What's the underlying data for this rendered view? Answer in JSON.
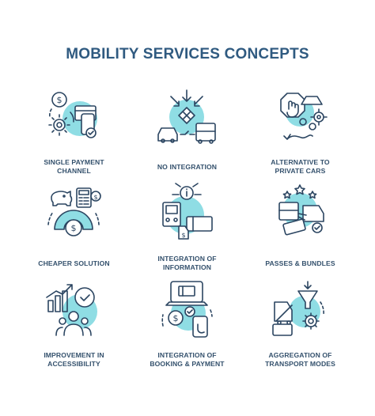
{
  "title": "MOBILITY SERVICES CONCEPTS",
  "colors": {
    "title": "#2f5a80",
    "stroke": "#2b4561",
    "accent": "#8fdde4",
    "label": "#33506c"
  },
  "concepts": [
    {
      "line1": "SINGLE PAYMENT",
      "line2": "CHANNEL",
      "icon": "payment-channel-icon"
    },
    {
      "line1": "NO INTEGRATION",
      "line2": "",
      "icon": "no-integration-icon"
    },
    {
      "line1": "ALTERNATIVE TO",
      "line2": "PRIVATE CARS",
      "icon": "alternative-cars-icon"
    },
    {
      "line1": "CHEAPER SOLUTION",
      "line2": "",
      "icon": "cheaper-solution-icon"
    },
    {
      "line1": "INTEGRATION OF",
      "line2": "INFORMATION",
      "icon": "information-integration-icon"
    },
    {
      "line1": "PASSES & BUNDLES",
      "line2": "",
      "icon": "passes-bundles-icon"
    },
    {
      "line1": "IMPROVEMENT IN",
      "line2": "ACCESSIBILITY",
      "icon": "accessibility-icon"
    },
    {
      "line1": "INTEGRATION OF",
      "line2": "BOOKING & PAYMENT",
      "icon": "booking-payment-icon"
    },
    {
      "line1": "AGGREGATION OF",
      "line2": "TRANSPORT MODES",
      "icon": "transport-aggregation-icon"
    }
  ]
}
